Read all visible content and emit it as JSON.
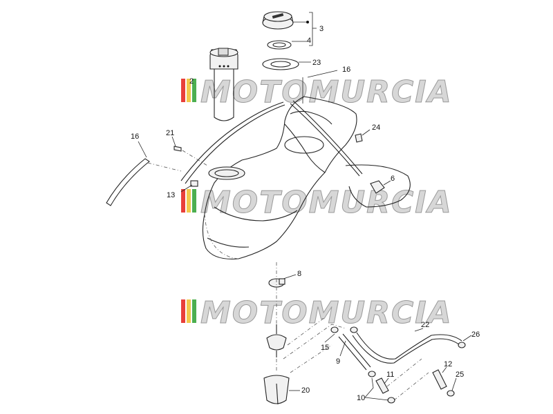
{
  "watermark": {
    "text": "MOTOMURCIA",
    "stripe_colors": [
      "#e8403a",
      "#f2c94c",
      "#4caf50"
    ]
  },
  "callouts": [
    {
      "id": "c3",
      "label": "3"
    },
    {
      "id": "c4",
      "label": "4"
    },
    {
      "id": "c23",
      "label": "23"
    },
    {
      "id": "c16a",
      "label": "16"
    },
    {
      "id": "c16b",
      "label": "16"
    },
    {
      "id": "c2",
      "label": "2"
    },
    {
      "id": "c21",
      "label": "21"
    },
    {
      "id": "c24",
      "label": "24"
    },
    {
      "id": "c13",
      "label": "13"
    },
    {
      "id": "c6",
      "label": "6"
    },
    {
      "id": "c8",
      "label": "8"
    },
    {
      "id": "c15",
      "label": "15"
    },
    {
      "id": "c9",
      "label": "9"
    },
    {
      "id": "c22",
      "label": "22"
    },
    {
      "id": "c26",
      "label": "26"
    },
    {
      "id": "c12",
      "label": "12"
    },
    {
      "id": "c11",
      "label": "11"
    },
    {
      "id": "c25",
      "label": "25"
    },
    {
      "id": "c10",
      "label": "10"
    },
    {
      "id": "c20",
      "label": "20"
    }
  ]
}
